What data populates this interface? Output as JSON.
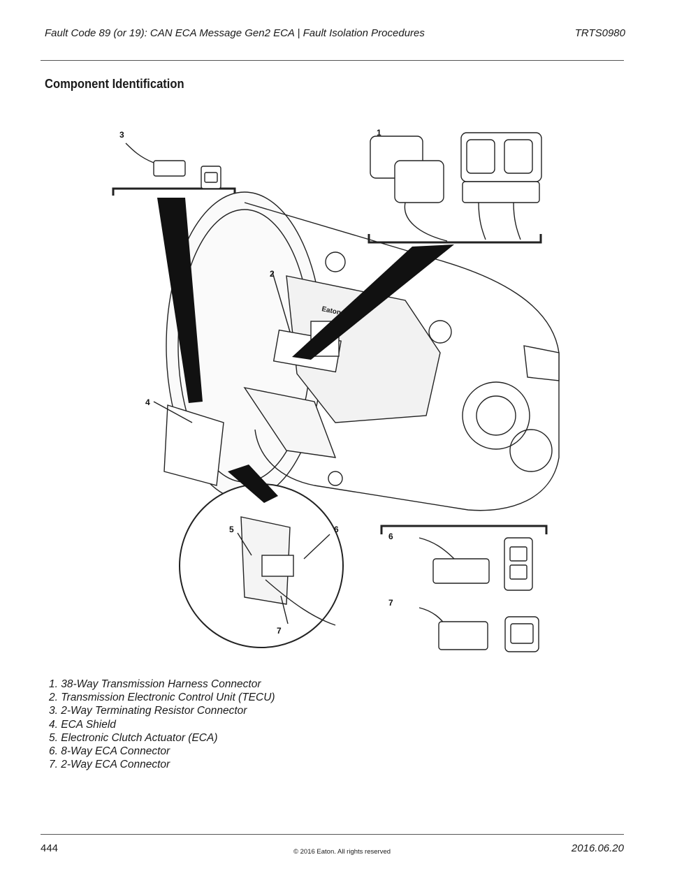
{
  "header": {
    "title": "Fault Code 89 (or 19): CAN ECA Message Gen2 ECA | Fault Isolation Procedures",
    "doc_code": "TRTS0980"
  },
  "section_title": "Component Identification",
  "figure": {
    "callouts": [
      "1",
      "2",
      "3",
      "4",
      "5",
      "6",
      "7"
    ],
    "logo_texts": [
      "Eaton"
    ]
  },
  "legend": [
    "1. 38-Way Transmission Harness Connector",
    "2. Transmission Electronic Control Unit (TECU)",
    "3. 2-Way Terminating Resistor Connector",
    "4. ECA Shield",
    "5. Electronic Clutch Actuator (ECA)",
    "6. 8-Way ECA Connector",
    "7. 2-Way ECA Connector"
  ],
  "footer": {
    "page_number": "444",
    "copyright": "© 2016 Eaton. All rights reserved",
    "date": "2016.06.20"
  }
}
